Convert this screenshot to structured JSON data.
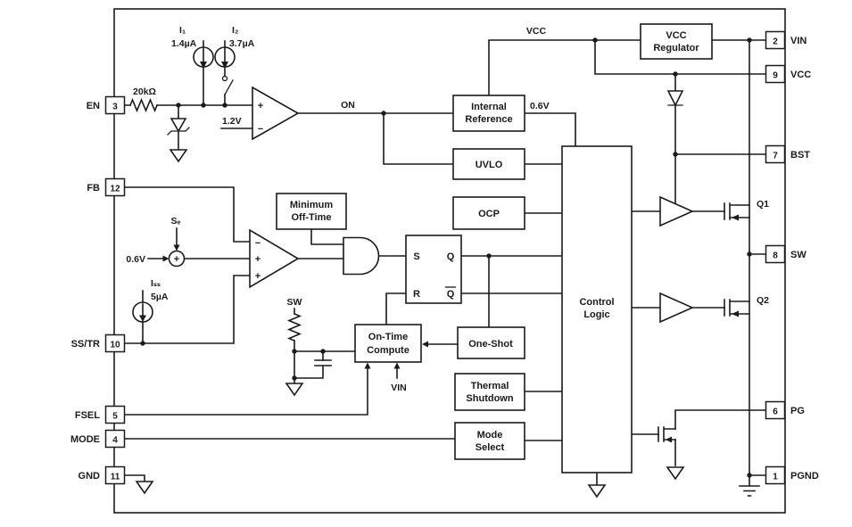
{
  "pins": {
    "left": [
      {
        "name": "EN",
        "num": "3"
      },
      {
        "name": "FB",
        "num": "12"
      },
      {
        "name": "SS/TR",
        "num": "10"
      },
      {
        "name": "FSEL",
        "num": "5"
      },
      {
        "name": "MODE",
        "num": "4"
      },
      {
        "name": "GND",
        "num": "11"
      }
    ],
    "right": [
      {
        "name": "VIN",
        "num": "2"
      },
      {
        "name": "VCC",
        "num": "9"
      },
      {
        "name": "BST",
        "num": "7"
      },
      {
        "name": "SW",
        "num": "8"
      },
      {
        "name": "PG",
        "num": "6"
      },
      {
        "name": "PGND",
        "num": "1"
      }
    ]
  },
  "blocks": {
    "vcc_regulator": {
      "line1": "VCC",
      "line2": "Regulator"
    },
    "internal_reference": {
      "line1": "Internal",
      "line2": "Reference"
    },
    "uvlo": {
      "line1": "UVLO"
    },
    "ocp": {
      "line1": "OCP"
    },
    "minimum_off_time": {
      "line1": "Minimum",
      "line2": "Off-Time"
    },
    "control_logic": {
      "line1": "Control",
      "line2": "Logic"
    },
    "on_time_compute": {
      "line1": "On-Time",
      "line2": "Compute"
    },
    "one_shot": {
      "line1": "One-Shot"
    },
    "thermal_shutdown": {
      "line1": "Thermal",
      "line2": "Shutdown"
    },
    "mode_select": {
      "line1": "Mode",
      "line2": "Select"
    }
  },
  "latch": {
    "s": "S",
    "q": "Q",
    "r": "R",
    "qbar": "Q"
  },
  "labels": {
    "i1": "I₁",
    "i1_value": "1.4µA",
    "i2": "I₂",
    "i2_value": "3.7µA",
    "vcc_rail": "VCC",
    "en_res": "20kΩ",
    "cmp_ref": "1.2V",
    "on": "ON",
    "ref_out": "0.6V",
    "ea_ref": "0.6V",
    "se": "Sₑ",
    "iss": "Iₛₛ",
    "iss_value": "5µA",
    "sw_sense": "SW",
    "vin_sense": "VIN",
    "q1": "Q1",
    "q2": "Q2"
  },
  "ops": {
    "plus": "+",
    "minus": "−"
  },
  "colors": {
    "line": "#1b1b1b",
    "background": "#ffffff"
  }
}
